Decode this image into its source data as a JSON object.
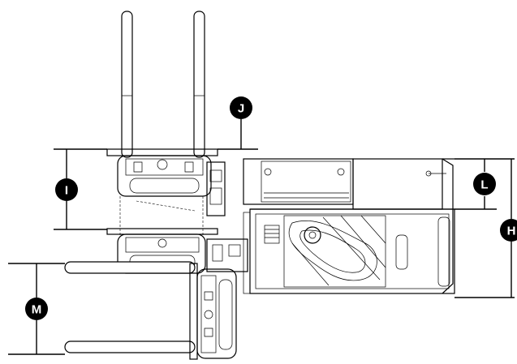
{
  "callouts": {
    "j": "J",
    "i": "I",
    "l": "L",
    "h": "H",
    "m": "M"
  },
  "colors": {
    "line": "#000000",
    "background": "#ffffff"
  }
}
